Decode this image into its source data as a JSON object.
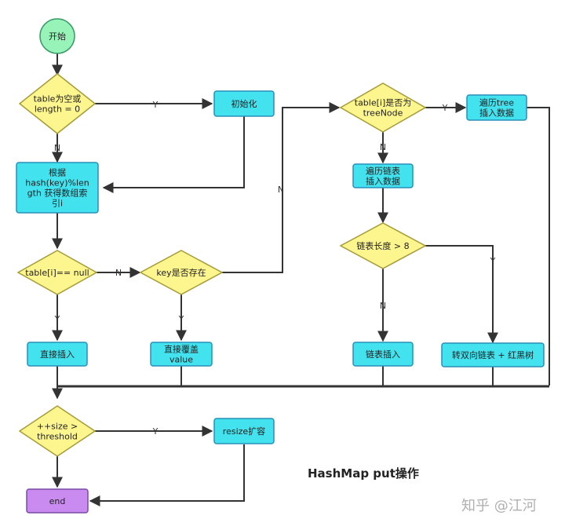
{
  "colors": {
    "process": "#42e2ee",
    "process_border": "#2a90b8",
    "decision": "#fdf58e",
    "decision_border": "#a59b3a",
    "start": "#97f3b8",
    "start_border": "#3a9b68",
    "end": "#c98bf0",
    "end_border": "#7b4ba6",
    "line": "#333333"
  },
  "nodes": {
    "start": [
      "开始"
    ],
    "check_table": [
      "table为空或",
      "length = 0"
    ],
    "init": [
      "初始化"
    ],
    "compute_index": [
      "根据",
      "hash(key)%len",
      "gth 获得数组索",
      "引i"
    ],
    "check_null": [
      "table[i]== null"
    ],
    "key_exists": [
      "key是否存在"
    ],
    "insert_direct": [
      "直接插入"
    ],
    "overwrite": [
      "直接覆盖",
      "value"
    ],
    "is_treenode": [
      "table[i]是否为",
      "treeNode"
    ],
    "traverse_tree": [
      "遍历tree",
      "插入数据"
    ],
    "traverse_list": [
      "遍历链表",
      "插入数据"
    ],
    "list_len": [
      "链表长度 > 8"
    ],
    "list_insert": [
      "链表插入"
    ],
    "to_tree": [
      "转双向链表 + 红黑树"
    ],
    "size_check": [
      "++size >",
      "threshold"
    ],
    "resize": [
      "resize扩容"
    ],
    "end": [
      "end"
    ]
  },
  "edge_labels": {
    "table_yes": "Y",
    "table_no": "N",
    "null_no": "N",
    "null_yes": "Y",
    "key_yes": "Y",
    "key_no": "N",
    "tree_yes": "Y",
    "tree_no": "N",
    "len_yes": "Y",
    "len_no": "N",
    "size_yes": "Y"
  },
  "caption": "HashMap put操作",
  "watermark": "知乎 @江河"
}
